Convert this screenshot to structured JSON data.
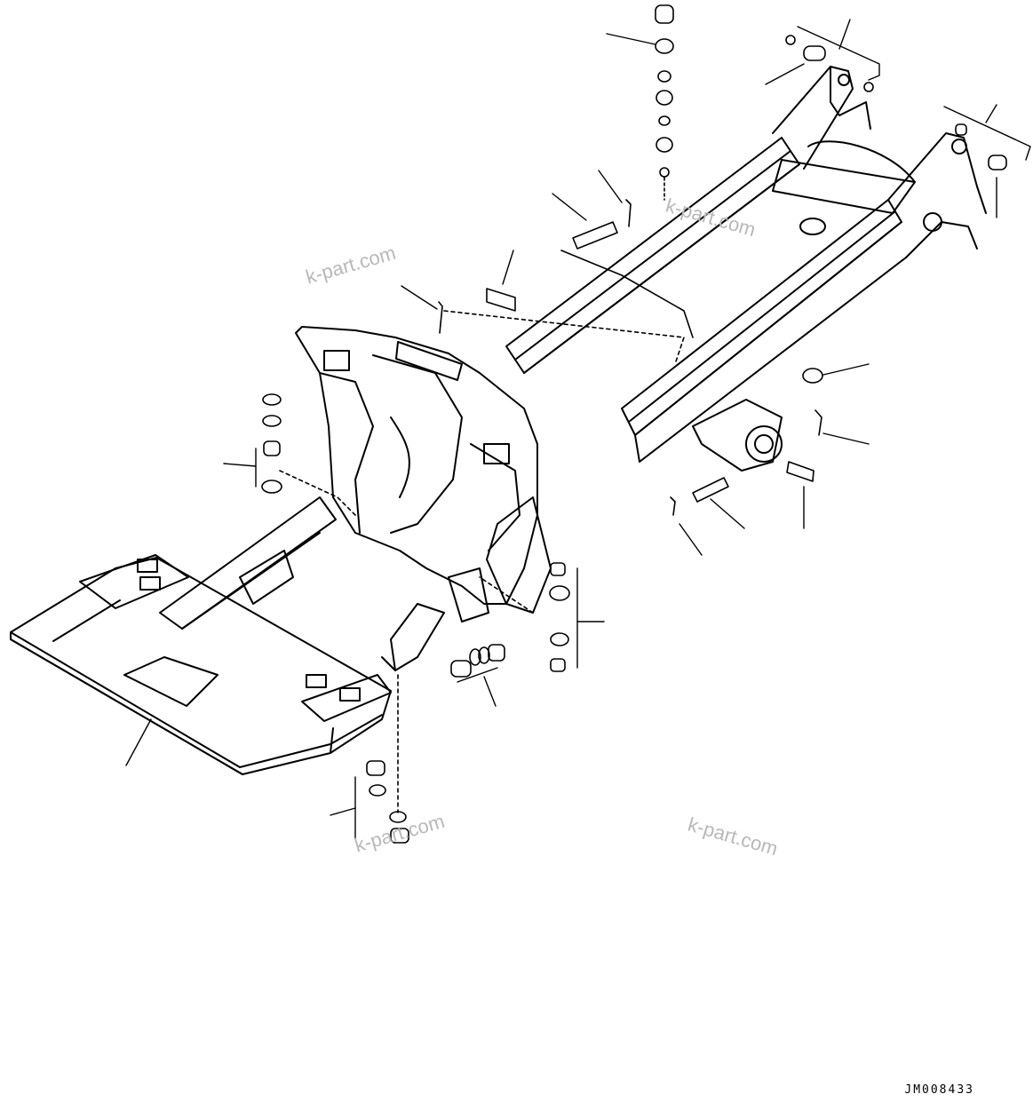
{
  "figure": {
    "drawing_code": "JM008433",
    "watermarks": [
      "k-part.com",
      "k-part.com",
      "k-part.com",
      "k-part.com"
    ],
    "line_color": "#000000",
    "watermark_color": "#b8b8b8"
  }
}
